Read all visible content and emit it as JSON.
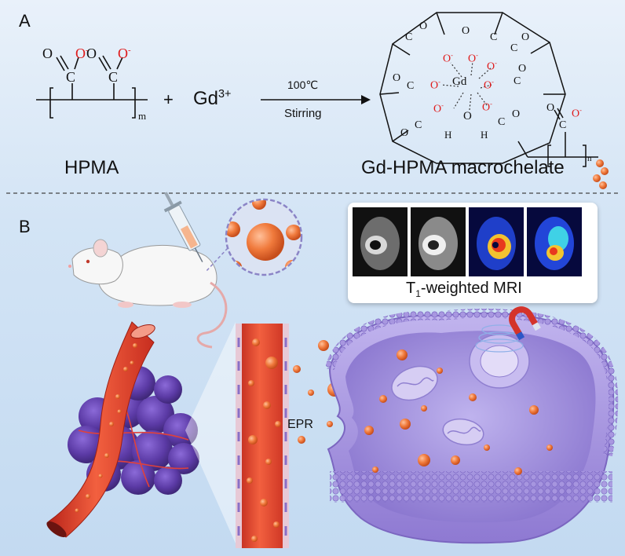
{
  "panels": {
    "a": "A",
    "b": "B"
  },
  "reaction": {
    "reactant": "HPMA",
    "ion_base": "Gd",
    "ion_charge": "3+",
    "plus": "+",
    "condition_top": "100℃",
    "condition_bottom": "Stirring",
    "product": "Gd-HPMA macrochelate",
    "repeat_m": "m",
    "repeat_n": "n"
  },
  "atoms": {
    "carbon": "C",
    "oxygen": "O",
    "oxygen_anion": "O",
    "minus": "-",
    "gadolinium": "Gd",
    "hydrogen": "H"
  },
  "mri": {
    "label_prefix": "T",
    "label_sub": "1",
    "label_suffix": "-weighted MRI"
  },
  "epr_label": "EPR",
  "colors": {
    "red_oxygen": "#e01b1b",
    "vessel": "#e8432b",
    "tumor": "#5b3aa5",
    "cell": "#9b87d8",
    "particle": "#f07a3c",
    "background": "#d3e4f5"
  }
}
